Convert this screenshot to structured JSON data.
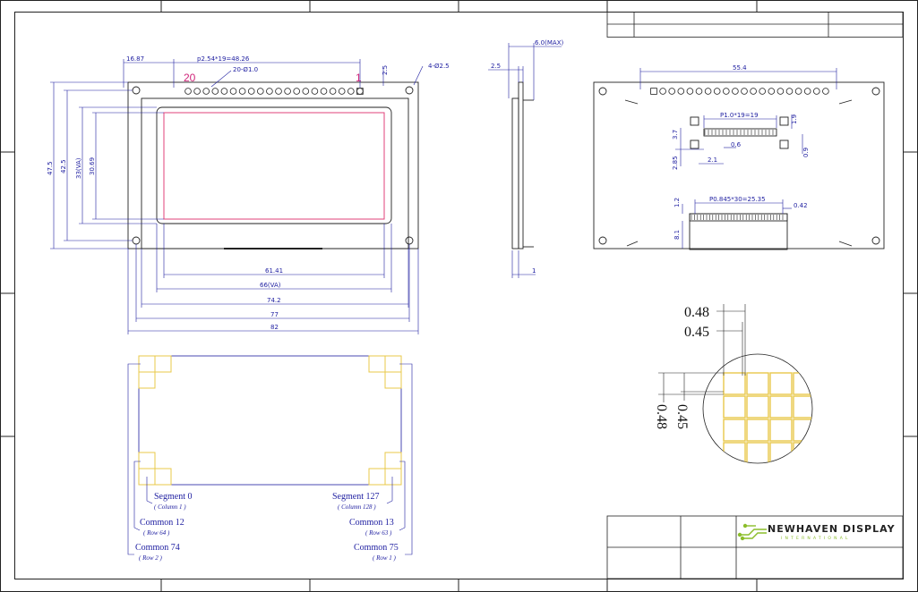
{
  "front_view": {
    "pin_pitch": "p2.54*19=48.26",
    "left_offset": "16.87",
    "pin_holes": "20-Ø1.0",
    "mount_holes": "4-Ø2.5",
    "pin_first": "20",
    "pin_last": "1",
    "top_gap": "2.5",
    "height_outer": "47.5",
    "height_pcb": "42.5",
    "height_va": "33(VA)",
    "height_aa": "30.69",
    "width_aa": "61.41",
    "width_va": "66(VA)",
    "width_glass": "74.2",
    "width_holes": "77",
    "width_outer": "82",
    "pin_count": 20
  },
  "side_view": {
    "thickness_max": "6.0(MAX)",
    "pcb": "2.5",
    "bottom": "1"
  },
  "back_view": {
    "width": "55.4",
    "fpc_pitch": "P1.0*19=19",
    "fpc_h": "1.9",
    "pad_w": "0.6",
    "pad_h": "0.9",
    "left_h1": "3.7",
    "left_h2": "2.85",
    "left_w": "2.1",
    "fpc2_pitch": "P0.845*30=25.35",
    "fpc2_gap": "0.42",
    "fpc2_h1": "1.2",
    "fpc2_h2": "8.1"
  },
  "pixel_detail": {
    "pitch_h": "0.48",
    "dot_h": "0.45",
    "pitch_v": "0.48",
    "dot_v": "0.45"
  },
  "segment_map": {
    "seg0": "Segment 0",
    "seg0_sub": "( Column 1 )",
    "seg127": "Segment 127",
    "seg127_sub": "( Column 128 )",
    "com12": "Common 12",
    "com12_sub": "( Row 64 )",
    "com13": "Common 13",
    "com13_sub": "( Row 63 )",
    "com74": "Common 74",
    "com74_sub": "( Row 2 )",
    "com75": "Common 75",
    "com75_sub": "( Row 1 )"
  },
  "title_block": {
    "company": "NEWHAVEN DISPLAY",
    "company_sub": "INTERNATIONAL"
  }
}
